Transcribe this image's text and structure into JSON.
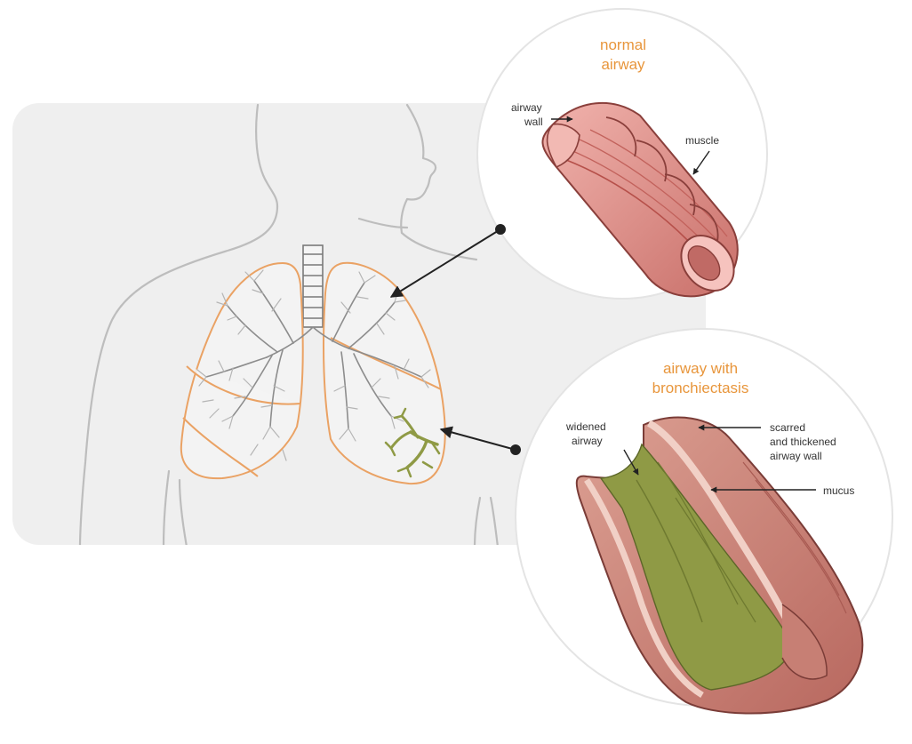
{
  "normal_panel": {
    "title_line1": "normal",
    "title_line2": "airway",
    "label_wall_line1": "airway",
    "label_wall_line2": "wall",
    "label_muscle": "muscle"
  },
  "bronchiectasis_panel": {
    "title_line1": "airway with",
    "title_line2": "bronchiectasis",
    "label_widened_line1": "widened",
    "label_widened_line2": "airway",
    "label_scarred_line1": "scarred",
    "label_scarred_line2": "and thickened",
    "label_scarred_line3": "airway wall",
    "label_mucus": "mucus"
  },
  "colors": {
    "accent_orange": "#e8963c",
    "lung_outline": "#eaa264",
    "airway_pink": "#e8a29c",
    "airway_dark": "#b85c58",
    "mucus_green": "#8f9a45",
    "body_outline": "#bdbdbd",
    "panel_bg": "#efefef"
  }
}
